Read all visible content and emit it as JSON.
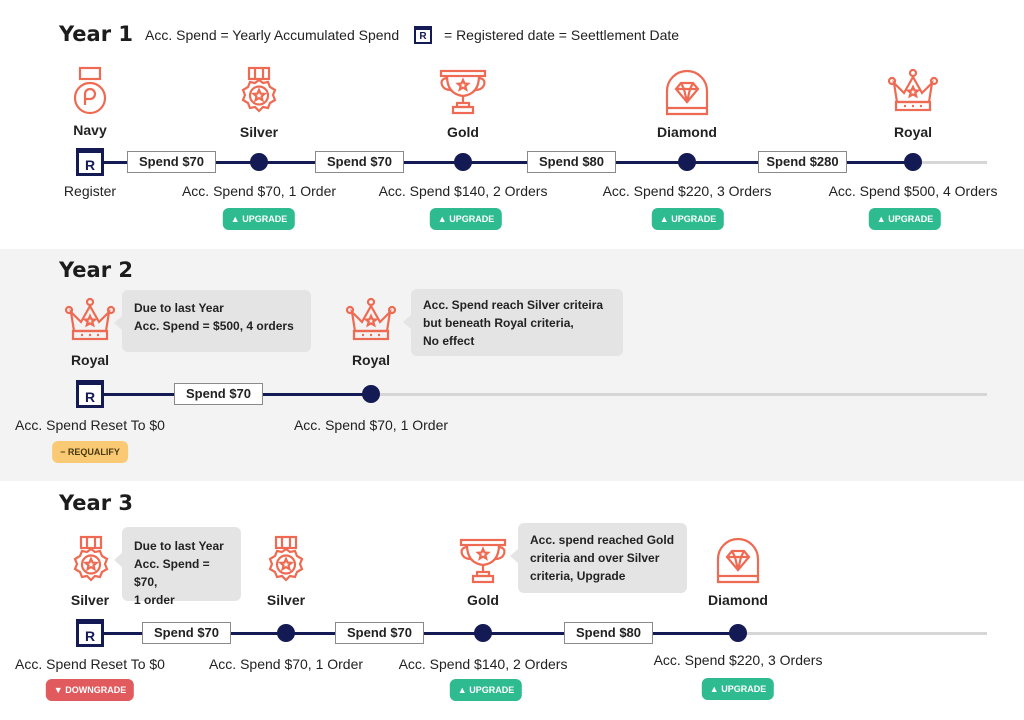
{
  "legend": {
    "acc_spend": "Acc. Spend = Yearly Accumulated Spend",
    "reg_letter": "R",
    "reg_text": "= Registered date = Seettlement Date"
  },
  "colors": {
    "accent": "#ef6a52",
    "line": "#141a54",
    "upgrade": "#2dbb8f",
    "requalify": "#f9ca73",
    "downgrade": "#e05a5e",
    "band": "#f3f3f3",
    "bubble": "#e4e4e4"
  },
  "reg_letter": "R",
  "year1": {
    "title": "Year 1",
    "tiers": [
      {
        "name": "Navy",
        "icon": "navy-medal-icon"
      },
      {
        "name": "Silver",
        "icon": "silver-medal-icon"
      },
      {
        "name": "Gold",
        "icon": "gold-trophy-icon"
      },
      {
        "name": "Diamond",
        "icon": "diamond-icon"
      },
      {
        "name": "Royal",
        "icon": "royal-crown-icon"
      }
    ],
    "spends": [
      "Spend $70",
      "Spend $70",
      "Spend $80",
      "Spend $280"
    ],
    "acc": [
      "Register",
      "Acc. Spend $70, 1 Order",
      "Acc. Spend $140, 2 Orders",
      "Acc. Spend $220, 3 Orders",
      "Acc. Spend $500, 4 Orders"
    ],
    "badges": [
      "▲ UPGRADE",
      "▲ UPGRADE",
      "▲ UPGRADE",
      "▲ UPGRADE"
    ]
  },
  "year2": {
    "title": "Year 2",
    "tiers": [
      {
        "name": "Royal",
        "icon": "royal-crown-icon"
      },
      {
        "name": "Royal",
        "icon": "royal-crown-icon"
      }
    ],
    "bubbles": [
      {
        "lines": [
          "Due to last Year",
          "Acc. Spend = $500, 4 orders"
        ]
      },
      {
        "lines": [
          "Acc. Spend reach Silver critei­ra",
          "but beneath Royal criteria,",
          "No effect"
        ]
      }
    ],
    "spends": [
      "Spend $70"
    ],
    "acc": [
      "Acc. Spend Reset To $0",
      "Acc. Spend $70, 1 Order"
    ],
    "badge": "− REQUALIFY"
  },
  "year3": {
    "title": "Year 3",
    "tiers": [
      {
        "name": "Silver",
        "icon": "silver-medal-icon"
      },
      {
        "name": "Silver",
        "icon": "silver-medal-icon"
      },
      {
        "name": "Gold",
        "icon": "gold-trophy-icon"
      },
      {
        "name": "Diamond",
        "icon": "diamond-icon"
      }
    ],
    "bubbles": [
      {
        "lines": [
          "Due to last Year",
          "Acc. Spend = $70,",
          "1 order"
        ]
      },
      {
        "lines": [
          "Acc. spend reached Gold",
          "criteria and over Silver",
          "criteria, Upgrade"
        ]
      }
    ],
    "spends": [
      "Spend $70",
      "Spend $70",
      "Spend $80"
    ],
    "acc": [
      "Acc. Spend Reset To $0",
      "Acc. Spend $70, 1 Order",
      "Acc. Spend $140, 2 Orders",
      "Acc. Spend $220, 3 Orders"
    ],
    "badges": [
      "▼ DOWNGRADE",
      "▲ UPGRADE",
      "▲ UPGRADE"
    ]
  }
}
